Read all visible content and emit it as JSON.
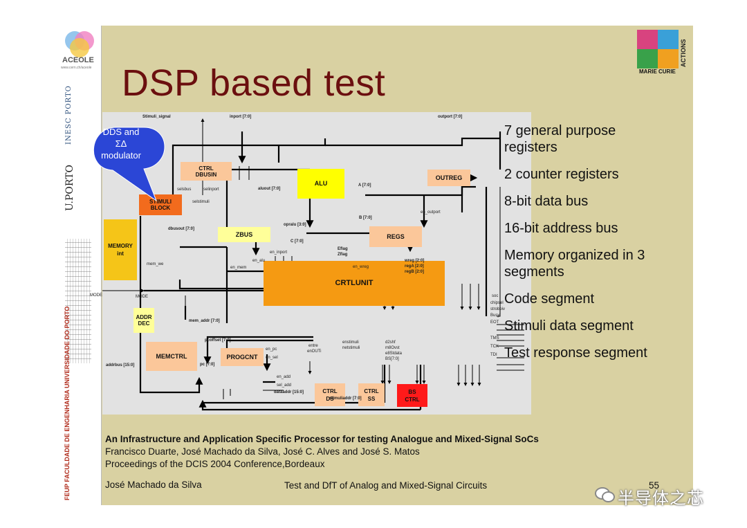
{
  "slide": {
    "title": "DSP based test",
    "logo_text": "ACEOLE",
    "logo_url": "www.cern.ch/aceole",
    "mc_text": "MARIE CURIE",
    "mc_side_text": "ACTIONS",
    "sidebar_texts": [
      "INESC PORTO",
      "U.PORTO",
      "FEUP FACULDADE DE ENGENHARIA UNIVERSIDADE DO PORTO"
    ]
  },
  "bullets": [
    "7 general purpose registers",
    "2 counter registers",
    "8-bit data bus",
    "16-bit address bus",
    "Memory organized in 3 segments",
    "Code segment",
    "Stimuli data segment",
    "Test response segment"
  ],
  "callout": {
    "line1": "DDS and",
    "line2": "ΣΔ",
    "line3": "modulator"
  },
  "diagram": {
    "blocks": {
      "ctrl_dbusin": "CTRL\nDBUSIN",
      "stimuli_block": "STIMULI\nBLOCK",
      "alu": "ALU",
      "outreg": "OUTREG",
      "memory": "MEMORY\nint",
      "zbus": "ZBUS",
      "regs": "REGS",
      "crtlunit": "CRTLUNIT",
      "addr_dec": "ADDR\nDEC",
      "memctrl": "MEMCTRL",
      "progcnt": "PROGCNT",
      "ctrl_ds": "CTRL\nDS",
      "ctrl_ss": "CTRL\nSS",
      "bs_ctrl": "BS\nCTRL"
    },
    "signals": {
      "stimuli_signal": "Stimuli_signal",
      "inport": "inport [7:0]",
      "outport": "outport [7:0]",
      "selsbus": "selsbus",
      "selinport": "selinport",
      "selstimuli": "selstimuli",
      "aluout": "aluout [7:0]",
      "a": "A [7:0]",
      "b": "B [7:0]",
      "en_outport": "en_outport",
      "dbusout": "dbusout [7:0]",
      "opralu": "opralu [3:0]",
      "c": "C [7:0]",
      "eflag": "Eflag",
      "zflag": "Zflag",
      "en_wreg": "en_wreg",
      "en_inport": "en_inport",
      "en_alu": "en_alu",
      "en_mem": "en_mem",
      "wreg": "wreg [2:0]",
      "rega": "regA [2:0]",
      "regb": "regB [2:0]",
      "mem_we": "mem_we",
      "mode_left": "MODE",
      "mode": "MODE",
      "soc": "soc",
      "chipsel": "chipsel",
      "strobe": "strobeiv",
      "busy": "Busy",
      "eot": "EOT",
      "tms": "TMS",
      "tck": "TCK",
      "tdi": "TDI",
      "mem_addr": "mem_addr [7:0]",
      "pcoffset": "pcoffset [7:0]",
      "en_pc": "en_pc",
      "en_sel": "en_sel",
      "pc": "pc [7:0]",
      "addrbus": "addrbus [15:0]",
      "entre": "entre",
      "enouti": "enOUTi",
      "enstimuli": "enstimuli",
      "netstimuli": "netstimuli",
      "d2shf": "d2shf",
      "m8ovst": "m8Ovst",
      "e8stdata": "e8Stdata",
      "bs": "BS[7:0]",
      "en_add": "en_add",
      "sel_add": "sel_add",
      "dataaddr": "dataaddr [15:0]",
      "stimuliaddr": "stimuliaddr [7:0]"
    }
  },
  "reference": {
    "title": "An Infrastructure and Application Specific Processor for testing Analogue and Mixed-Signal SoCs",
    "authors": "Francisco Duarte, José Machado da Silva, José C. Alves and José S. Matos",
    "venue": "Proceedings of the DCIS 2004 Conference,Bordeaux"
  },
  "footer": {
    "author": "José Machado da Silva",
    "course": "Test and DfT of Analog and Mixed-Signal Circuits",
    "page": "55"
  },
  "watermark": "半导体之芯",
  "colors": {
    "background": "#d9d1a2",
    "title": "#6b0f0f",
    "crtlunit": "#f59a12",
    "alu": "#ffff00",
    "memory": "#f5c518",
    "zbus": "#ffff99",
    "peach": "#fbc79a",
    "stimuli": "#f26b1d",
    "bs_ctrl": "#ff1a1a",
    "callout": "#2244cc"
  }
}
